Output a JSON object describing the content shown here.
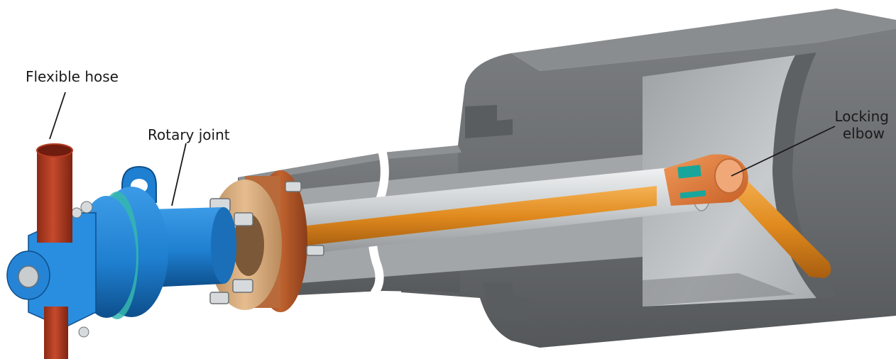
{
  "labels": {
    "flexible_hose": "Flexible hose",
    "rotary_joint": "Rotary joint",
    "locking_elbow_line1": "Locking",
    "locking_elbow_line2": "elbow"
  },
  "colors": {
    "roll_shell": "#6f7274",
    "roll_shell_dark": "#4f5254",
    "roll_shell_light": "#8e9193",
    "cavity": "#b8bcbe",
    "rotary_joint_blue": "#1f7fd0",
    "rotary_joint_dark": "#0f5a9e",
    "flexible_hose_red": "#b63a22",
    "syphon_orange": "#e08a1e",
    "elbow_orange": "#e07a3a",
    "flange_brown": "#b5572a",
    "flange_tan": "#d9a877",
    "tube_silver": "#d8dcde",
    "seal_teal": "#1aa39a"
  }
}
